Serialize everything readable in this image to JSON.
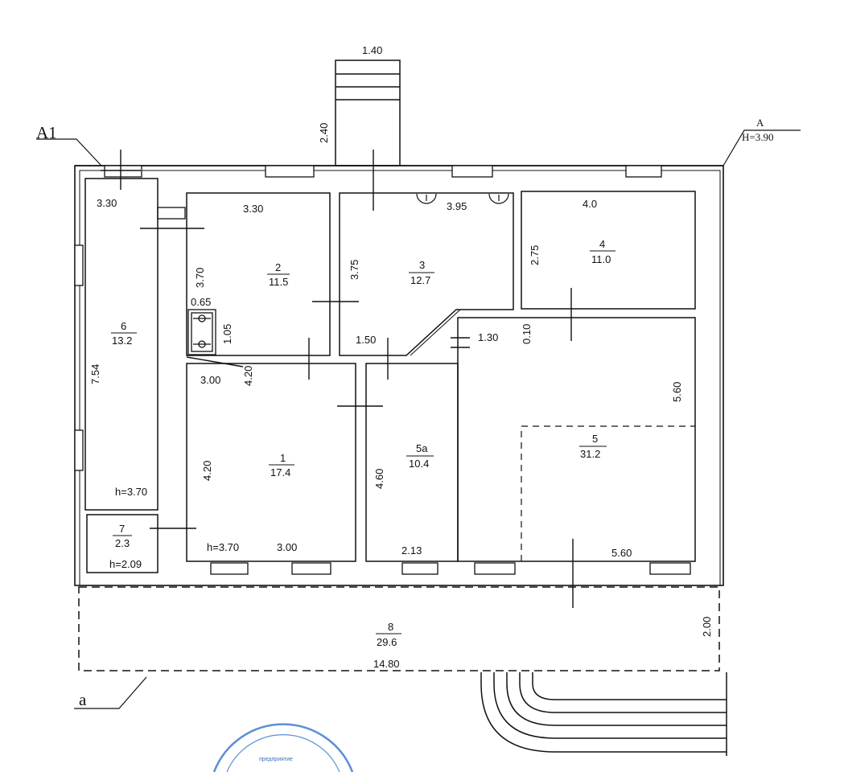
{
  "markers": {
    "a1": "A1",
    "a_upper": "A",
    "h_total": "H=3.90",
    "a_lower": "a"
  },
  "porch": {
    "width": "1.40",
    "depth": "2.40"
  },
  "rooms": {
    "r6": {
      "number": "6",
      "area": "13.2",
      "width": "3.30",
      "length": "7.54",
      "height": "h=3.70"
    },
    "r2": {
      "number": "2",
      "area": "11.5",
      "width": "3.30",
      "length": "3.70"
    },
    "r3": {
      "number": "3",
      "area": "12.7",
      "width": "3.95",
      "length": "3.75",
      "corridor": "1.50"
    },
    "r4": {
      "number": "4",
      "area": "11.0",
      "width": "4.0",
      "length": "2.75",
      "offset": "0.10"
    },
    "r1": {
      "number": "1",
      "area": "17.4",
      "width_top": "3.00",
      "width_bottom": "3.00",
      "length": "4.20",
      "length2": "4.20",
      "height": "h=3.70"
    },
    "r5a": {
      "number": "5a",
      "area": "10.4",
      "width": "2.13",
      "length": "4.60"
    },
    "r5": {
      "number": "5",
      "area": "31.2",
      "width": "5.60",
      "length": "5.60",
      "step": "1.30"
    },
    "r7": {
      "number": "7",
      "area": "2.3",
      "height": "h=2.09"
    },
    "r8": {
      "number": "8",
      "area": "29.6",
      "width": "14.80",
      "depth": "2.00"
    }
  },
  "fixture": {
    "width": "0.65",
    "length": "1.05"
  },
  "stamp_text": "предприятие"
}
